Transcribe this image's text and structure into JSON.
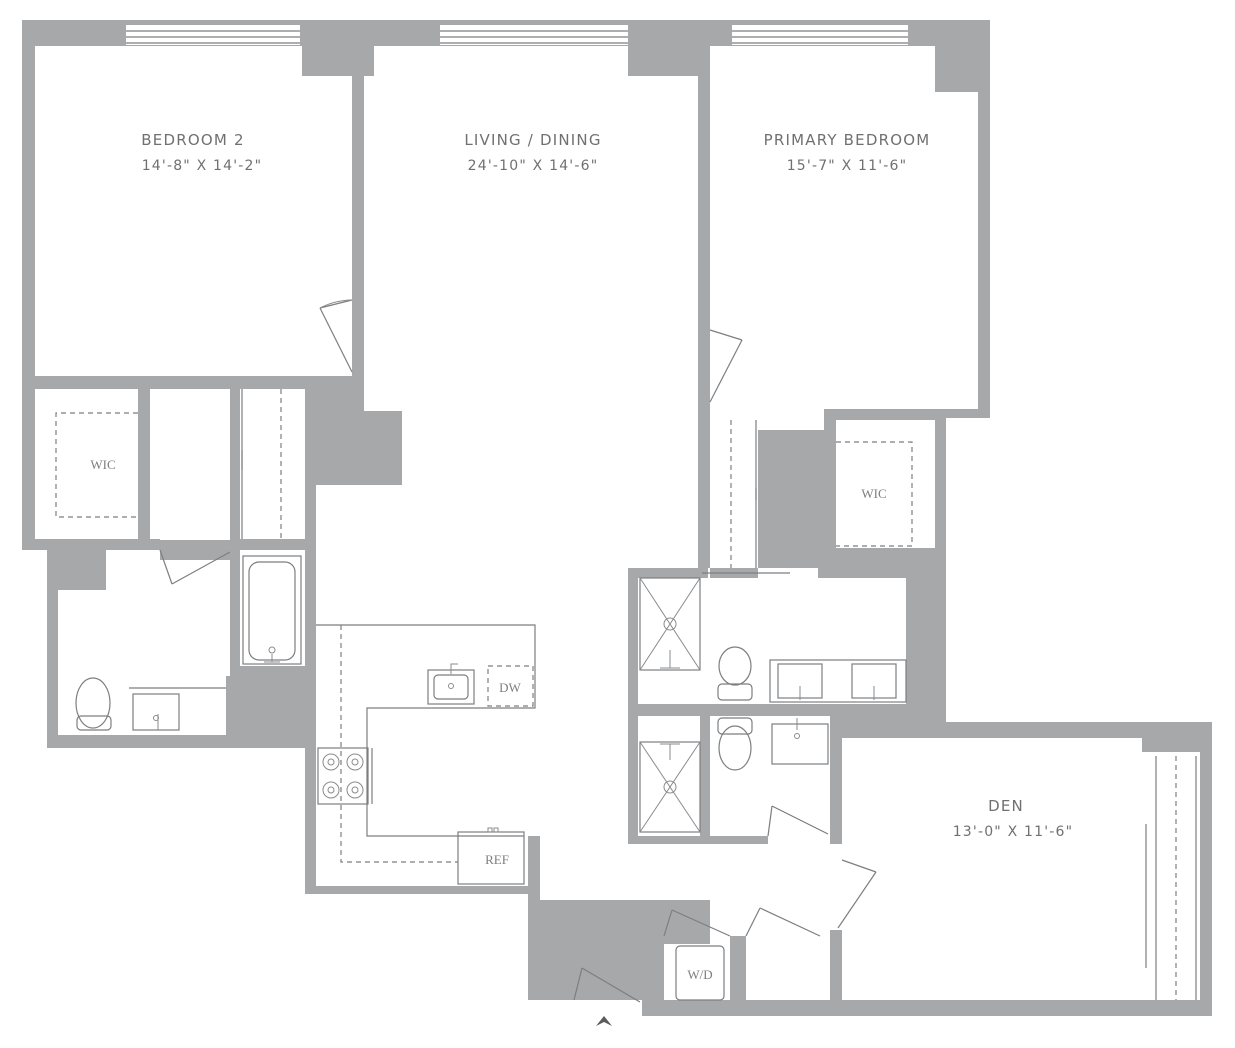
{
  "rooms": {
    "bedroom2": {
      "name": "BEDROOM 2",
      "dims": "14'-8\" X 14'-2\""
    },
    "living": {
      "name": "LIVING / DINING",
      "dims": "24'-10\" X 14'-6\""
    },
    "primary": {
      "name": "PRIMARY BEDROOM",
      "dims": "15'-7\" X 11'-6\""
    },
    "den": {
      "name": "DEN",
      "dims": "13'-0\" X 11'-6\""
    }
  },
  "fixtures": {
    "wic_left": "WIC",
    "wic_right": "WIC",
    "dishwasher": "DW",
    "refrigerator": "REF",
    "washer_dryer": "W/D"
  },
  "colors": {
    "wall": "#a7a8aa",
    "line": "#7d7e80",
    "text": "#6f7072"
  }
}
